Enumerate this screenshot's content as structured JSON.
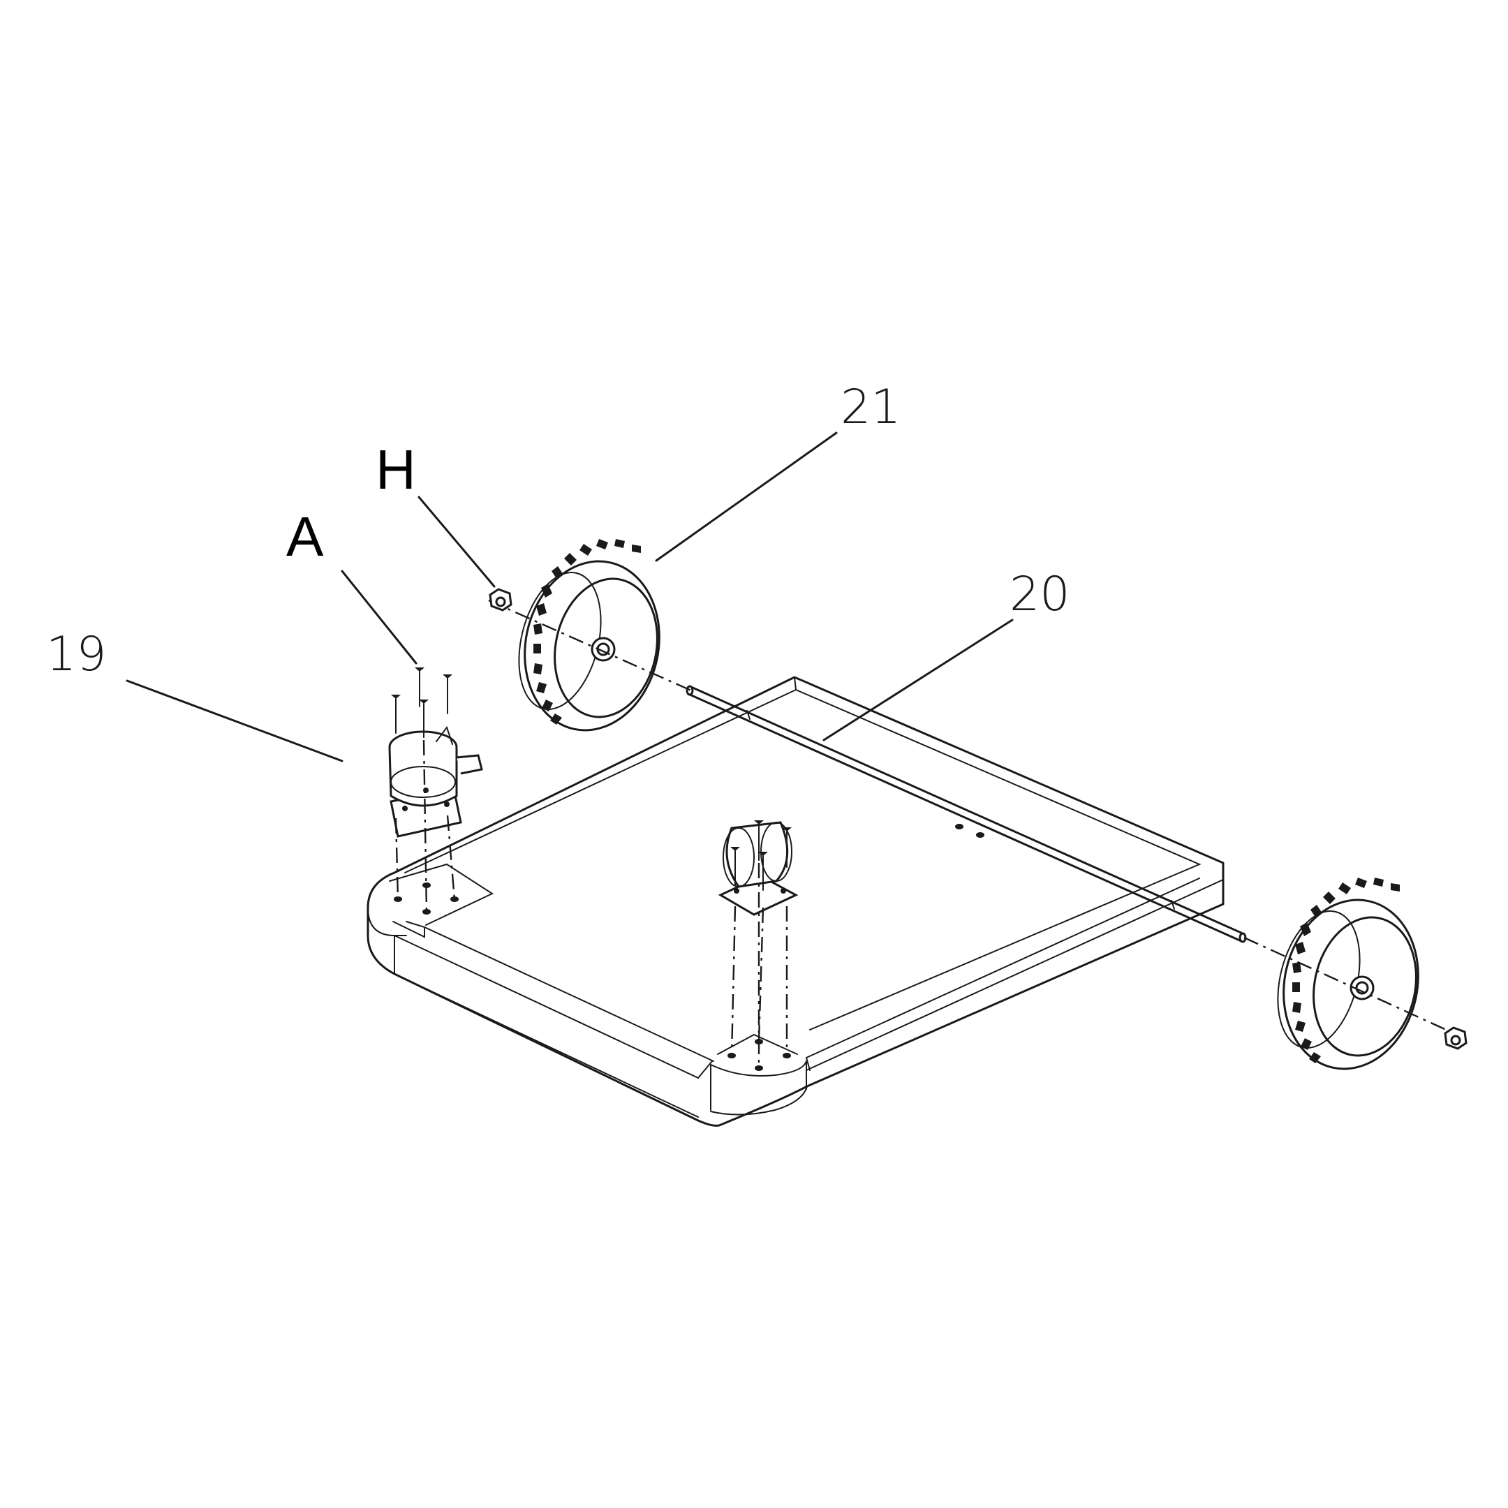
{
  "labels": {
    "part_19": "19",
    "part_20": "20",
    "part_21": "21",
    "hardware_A": "A",
    "hardware_H": "H"
  },
  "colors": {
    "line": "#1a1a1a",
    "background": "#ffffff"
  }
}
